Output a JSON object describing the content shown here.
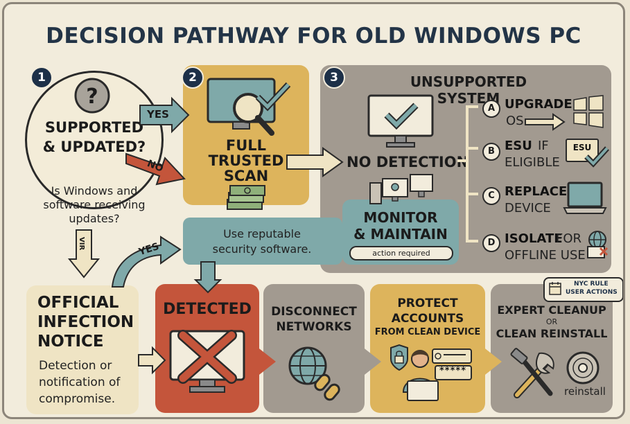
{
  "title": "DECISION PATHWAY FOR OLD WINDOWS PC",
  "steps": {
    "one": "1",
    "two": "2",
    "three": "3"
  },
  "decision": {
    "label_line1": "SUPPORTED",
    "label_line2": "& UPDATED?",
    "question_line1": "Is Windows and",
    "question_line2": "software receiving",
    "question_line3": "updates?",
    "yes": "YES",
    "no": "NO",
    "down_arrow_text": "VIR"
  },
  "scan": {
    "line1": "FULL",
    "line2": "TRUSTED",
    "line3": "SCAN",
    "software_line1": "Use reputable",
    "software_line2": "security software."
  },
  "unsupported": {
    "title": "UNSUPPORTED SYSTEM",
    "no_detection": "NO DETECTION",
    "monitor_line1": "MONITOR",
    "monitor_line2": "& MAINTAIN",
    "action_badge": "action required",
    "options": [
      {
        "letter": "A",
        "main": "UPGRADE",
        "sub": "OS"
      },
      {
        "letter": "B",
        "main": "ESU",
        "main2": "IF",
        "sub": "ELIGIBLE"
      },
      {
        "letter": "C",
        "main": "REPLACE",
        "sub": "DEVICE"
      },
      {
        "letter": "D",
        "main": "ISOLATE",
        "main2": "FOR",
        "sub": "OFFLINE USE"
      }
    ],
    "esu_tag": "ESU"
  },
  "notice": {
    "line1": "OFFICIAL",
    "line2": "INFECTION",
    "line3": "NOTICE",
    "desc_line1": "Detection or",
    "desc_line2": "notification of",
    "desc_line3": "compromise.",
    "yes": "YES"
  },
  "detected": {
    "label": "DETECTED"
  },
  "disconnect": {
    "line1": "DISCONNECT",
    "line2": "NETWORKS"
  },
  "protect": {
    "line1": "PROTECT",
    "line2": "ACCOUNTS",
    "line3": "FROM CLEAN DEVICE",
    "password_mask": "*****"
  },
  "cleanup": {
    "line1": "EXPERT CLEANUP",
    "line2": "OR",
    "line3": "CLEAN REINSTALL",
    "reinstall_label": "reinstall",
    "nyc_line1": "NYC RULE",
    "nyc_line2": "USER ACTIONS"
  },
  "colors": {
    "navy": "#1d3048",
    "gold": "#ddb45c",
    "teal": "#7fa9a9",
    "red": "#c4553b",
    "gray": "#a29a90",
    "cream": "#efe4c4"
  }
}
